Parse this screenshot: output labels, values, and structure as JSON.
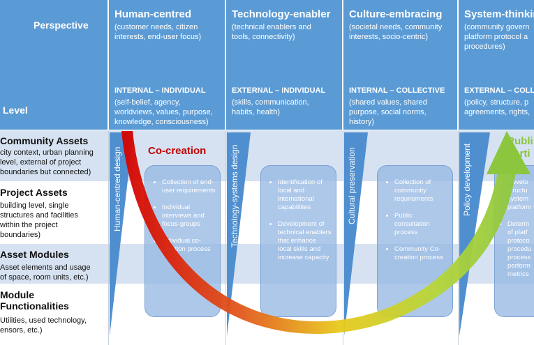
{
  "header": {
    "perspective_label": "Perspective",
    "level_label": "Level"
  },
  "columns": [
    {
      "title": "Human-centred",
      "description": "(customer needs, citizen\ninterests, end-user focus)",
      "level": "INTERNAL – INDIVIDUAL",
      "level_description": "(self-belief, agency,\nworldviews, values, purpose,\nknowledge, consciousness)",
      "vertical_label": "Human-centred design",
      "items": [
        "Collection of end-user requirements",
        "Individual interviews and focus-groups",
        "Individual co-creation process"
      ]
    },
    {
      "title": "Technology-enabler",
      "description": "(technical enablers and\ntools, connectivity)",
      "level": "EXTERNAL – INDIVIDUAL",
      "level_description": "(skills, communication,\nhabits, health)",
      "vertical_label": "Technology-systems design",
      "items": [
        "Identification of local and international capabilities",
        "Development of technical enablers that enhance local skills and increase capacity"
      ]
    },
    {
      "title": "Culture-embracing",
      "description": "(societal needs, community\ninterests, socio-centric)",
      "level": "INTERNAL – COLLECTIVE",
      "level_description": "(shared values, shared\npurpose, social norms,\nhistory)",
      "vertical_label": "Cultural preservation",
      "items": [
        "Collection of community requirements",
        "Public consultation process",
        "Community Co-creation process"
      ]
    },
    {
      "title": "System-thinking",
      "description": "(community govern\nplatform protocol a\nprocedures)",
      "level": "EXTERNAL – COLLEC",
      "level_description": "(policy, structure, p\nagreements, rights,",
      "vertical_label": "Policy development",
      "items": [
        "Develo structu system platform",
        "Determ of platf protoco procedu process perform metrics"
      ]
    }
  ],
  "rows": [
    {
      "title": "Community Assets",
      "description": "city context, urban planning\nlevel, external of project\nboundaries but connected)"
    },
    {
      "title": "Project Assets",
      "description": "building level, single\nstructures and facilities\nwithin the project\nboundaries)"
    },
    {
      "title": "Asset Modules",
      "description": "Asset elements and usage\nof space, room units, etc.)"
    },
    {
      "title": "Module\nFunctionalities",
      "description": "Utilities, used technology,\nensors, etc.)"
    }
  ],
  "annotations": {
    "co_creation": "Co-creation",
    "public_participation": "Publi\nparti"
  },
  "colors": {
    "header_blue": "#5b9bd5",
    "row_band": "#d6e2f1",
    "row_white": "#ffffff",
    "triangle_blue": "#4f8fd0",
    "co_creation_red": "#c00000",
    "public_green": "#8cc63f"
  }
}
